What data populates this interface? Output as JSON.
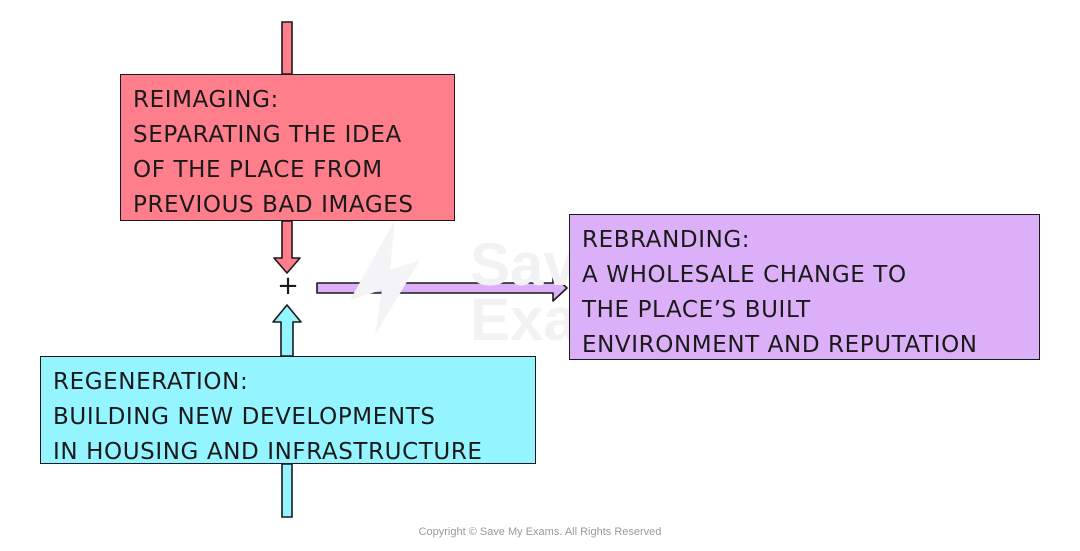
{
  "colors": {
    "reimaging_fill": "#ff7e8c",
    "rebranding_fill": "#dcb0f8",
    "regeneration_fill": "#94f4ff",
    "outline": "#1a1a1a"
  },
  "reimaging": {
    "lines": [
      "REIMAGING:",
      "SEPARATING THE  IDEA",
      "OF THE PLACE FROM",
      "PREVIOUS BAD IMAGES"
    ]
  },
  "rebranding": {
    "lines": [
      "REBRANDING:",
      "A WHOLESALE CHANGE TO",
      "THE PLACE’S BUILT",
      "ENVIRONMENT AND REPUTATION"
    ]
  },
  "regeneration": {
    "lines": [
      "REGENERATION:",
      "BUILDING NEW DEVELOPMENTS",
      "IN HOUSING AND INFRASTRUCTURE"
    ]
  },
  "junction_symbol": "+",
  "footer": {
    "copyright": "Copyright © Save My Exams. All Rights Reserved"
  }
}
